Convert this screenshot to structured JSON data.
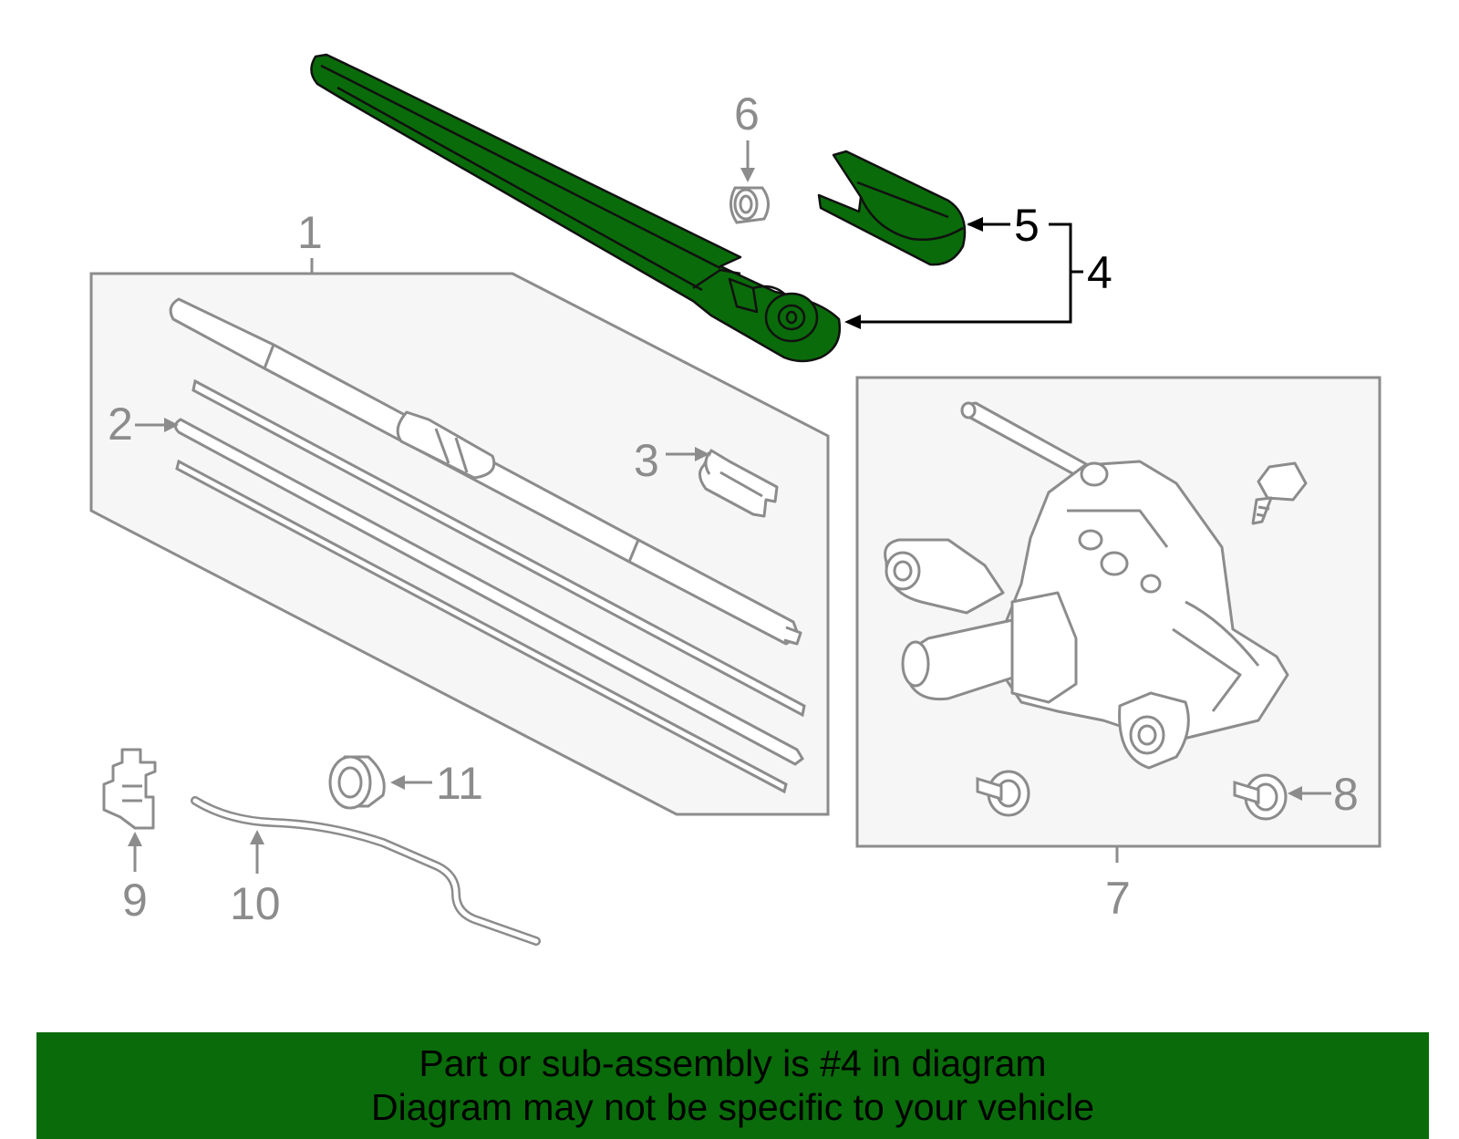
{
  "callouts": {
    "c1": "1",
    "c2": "2",
    "c3": "3",
    "c4": "4",
    "c5": "5",
    "c6": "6",
    "c7": "7",
    "c8": "8",
    "c9": "9",
    "c10": "10",
    "c11": "11"
  },
  "highlight_part": "4",
  "colors": {
    "highlight": "#0a6b0a",
    "line_grey": "#8c8c8c",
    "panel_fill": "#f6f6f6"
  },
  "banner": {
    "line1": "Part or sub-assembly is #4 in diagram",
    "line2": "Diagram may not be specific to your vehicle"
  }
}
